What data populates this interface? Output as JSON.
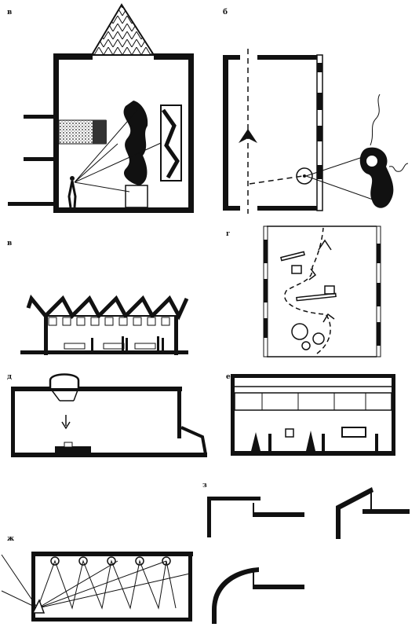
{
  "panels": [
    {
      "id": "a",
      "label": "в"
    },
    {
      "id": "b",
      "label": "б"
    },
    {
      "id": "c",
      "label": "в"
    },
    {
      "id": "d",
      "label": "г"
    },
    {
      "id": "e",
      "label": "д"
    },
    {
      "id": "f",
      "label": "е"
    },
    {
      "id": "g",
      "label": "ж"
    },
    {
      "id": "h",
      "label": "з"
    }
  ],
  "colors": {
    "ink": "#111111",
    "paper": "#ffffff"
  }
}
